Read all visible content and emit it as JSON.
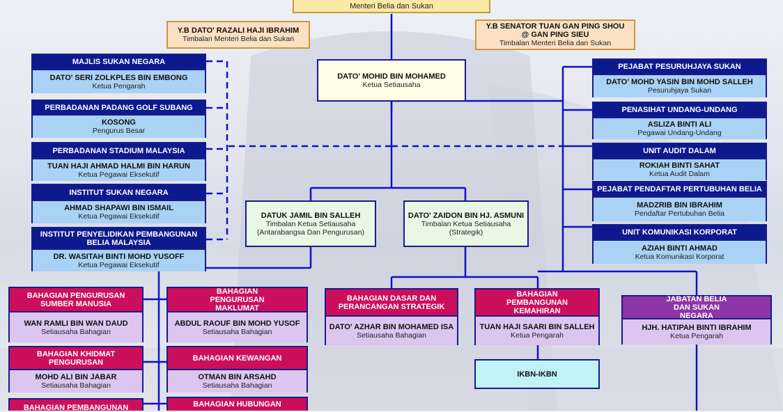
{
  "minister": {
    "title": "Menteri Belia dan Sukan"
  },
  "deputies": [
    {
      "name": "Y.B DATO' RAZALI HAJI IBRAHIM",
      "title": "Timbalan Menteri Belia dan Sukan"
    },
    {
      "name": "Y.B SENATOR TUAN GAN PING SHOU @ GAN PING SIEU",
      "title": "Timbalan Menteri Belia dan Sukan"
    }
  ],
  "secretary_general": {
    "name": "DATO' MOHID BIN MOHAMED",
    "title": "Ketua Setiausaha"
  },
  "agencies": [
    {
      "header": "MAJLIS SUKAN NEGARA",
      "name": "DATO' SERI ZOLKPLES BIN EMBONG",
      "title": "Ketua Pengarah"
    },
    {
      "header": "PERBADANAN PADANG GOLF SUBANG",
      "name": "KOSONG",
      "title": "Pengurus Besar"
    },
    {
      "header": "PERBADANAN STADIUM MALAYSIA",
      "name": "TUAN HAJI AHMAD HALMI BIN HARUN",
      "title": "Ketua Pegawai Eksekutif"
    },
    {
      "header": "INSTITUT SUKAN NEGARA",
      "name": "AHMAD SHAPAWI BIN ISMAIL",
      "title": "Ketua Pegawai Eksekutif"
    },
    {
      "header": "INSTITUT PENYELIDIKAN PEMBANGUNAN BELIA MALAYSIA",
      "name": "DR. WASITAH BINTI MOHD YUSOFF",
      "title": "Ketua Pegawai Eksekutif"
    }
  ],
  "right_units": [
    {
      "header": "PEJABAT PESURUHJAYA SUKAN",
      "name": "DATO' MOHD YASIN BIN MOHD SALLEH",
      "title": "Pesuruhjaya Sukan"
    },
    {
      "header": "PENASIHAT UNDANG-UNDANG",
      "name": "ASLIZA BINTI ALI",
      "title": "Pegawai Undang-Undang"
    },
    {
      "header": "UNIT AUDIT DALAM",
      "name": "ROKIAH BINTI SAHAT",
      "title": "Ketua Audit Dalam"
    },
    {
      "header": "PEJABAT PENDAFTAR PERTUBUHAN BELIA",
      "name": "MADZRIB BIN IBRAHIM",
      "title": "Pendaftar Pertubuhan Belia"
    },
    {
      "header": "UNIT KOMUNIKASI KORPORAT",
      "name": "AZIAH BINTI AHMAD",
      "title": "Ketua Komunikasi Korporat"
    }
  ],
  "deputy_secretaries": [
    {
      "name": "DATUK JAMIL BIN SALLEH",
      "title": "Timbalan Ketua Setiausaha",
      "sub": "(Antarabangsa  Dan Pengurusan)"
    },
    {
      "name": "DATO' ZAIDON BIN HJ. ASMUNI",
      "title": "Timbalan Ketua Setiausaha",
      "sub": "(Strategik)"
    }
  ],
  "divisions_mgmt": [
    {
      "header": "BAHAGIAN PENGURUSAN SUMBER  MANUSIA",
      "name": "WAN RAMLI BIN WAN DAUD",
      "title": "Setiausaha Bahagian"
    },
    {
      "header": "BAHAGIAN PENGURUSAN MAKLUMAT",
      "name": "ABDUL RAOUF BIN MOHD YUSOF",
      "title": "Setiausaha Bahagian"
    },
    {
      "header": "BAHAGIAN KHIDMAT PENGURUSAN",
      "name": "MOHD ALI BIN JABAR",
      "title": "Setiausaha Bahagian"
    },
    {
      "header": "BAHAGIAN  KEWANGAN",
      "name": "OTMAN BIN ARSAHD",
      "title": "Setiausaha Bahagian"
    },
    {
      "header": "BAHAGIAN  PEMBANGUNAN",
      "name": "",
      "title": ""
    },
    {
      "header": "BAHAGIAN HUBUNGAN",
      "name": "",
      "title": ""
    }
  ],
  "divisions_strategic": [
    {
      "header": "BAHAGIAN DASAR DAN PERANCANGAN STRATEGIK",
      "name": "DATO' AZHAR BIN MOHAMED ISA",
      "title": "Setiausaha Bahagian"
    },
    {
      "header": "BAHAGIAN PEMBANGUNAN KEMAHIRAN",
      "name": "TUAN HAJI SAARI BIN SALLEH",
      "title": "Ketua Pengarah"
    }
  ],
  "ikbn": {
    "label": "IKBN-IKBN"
  },
  "department": {
    "header": "JABATAN BELIA DAN SUKAN NEGARA",
    "name": "HJH. HATIPAH BINTI IBRAHIM",
    "title": "Ketua Pengarah"
  },
  "colors": {
    "navy": "#0d1a8e",
    "pink": "#cc0f5c",
    "purple": "#8e36a6",
    "blue_body": "#a9d2f5",
    "lavender": "#dcc5ef",
    "line": "#1010c8"
  }
}
